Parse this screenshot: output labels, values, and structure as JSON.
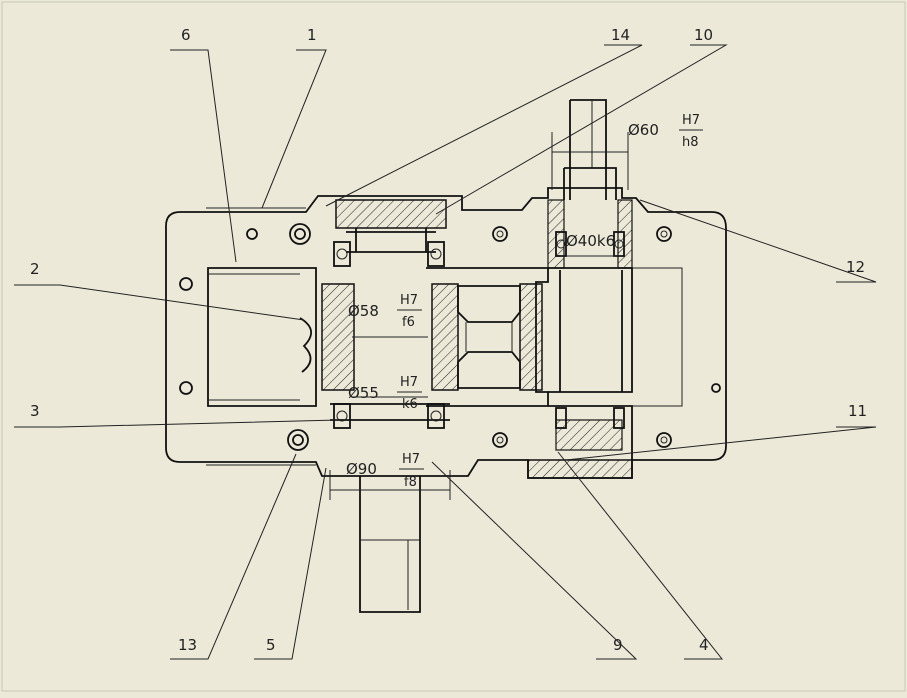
{
  "drawing": {
    "part_labels": [
      "6",
      "1",
      "14",
      "10",
      "12",
      "2",
      "3",
      "11",
      "13",
      "5",
      "9",
      "4"
    ],
    "fits": [
      {
        "prefix": "Ø60",
        "hole": "H7",
        "shaft": "h8"
      },
      {
        "prefix": "Ø40k6"
      },
      {
        "prefix": "Ø58",
        "hole": "H7",
        "shaft": "f6"
      },
      {
        "prefix": "Ø55",
        "hole": "H7",
        "shaft": "k6"
      },
      {
        "prefix": "Ø90",
        "hole": "H7",
        "shaft": "f8"
      }
    ]
  },
  "colors": {
    "background": "#ece9d9",
    "lines": "#111111"
  }
}
